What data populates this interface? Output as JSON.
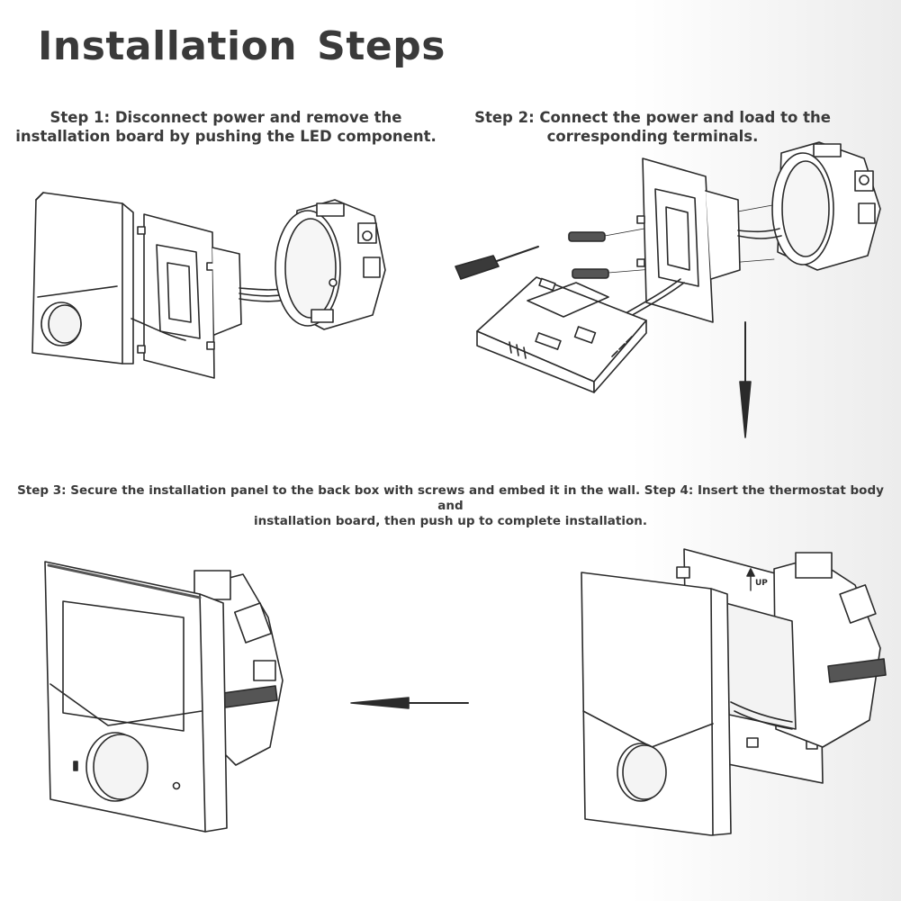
{
  "title": {
    "word1": "Installation",
    "word2": "Steps"
  },
  "steps": {
    "step1_line1": "Step 1: Disconnect power and remove the",
    "step1_line2": "installation board by pushing the LED component.",
    "step2_line1": "Step 2: Connect the power and load to the",
    "step2_line2": "corresponding terminals.",
    "step34_line1": "Step 3: Secure the installation panel to the back box with screws and embed it in the wall. Step 4: Insert the thermostat body and",
    "step34_line2": "installation board, then push up to complete installation."
  },
  "labels": {
    "up": "UP"
  },
  "colors": {
    "title": "#3a3a3a",
    "line": "#2a2a2a",
    "fill": "#ffffff",
    "bg_fade": "#ececec"
  },
  "icons": [
    "thermostat-front",
    "mounting-plate",
    "back-box",
    "screwdriver-icon",
    "screw-icon",
    "arrow-down-icon",
    "arrow-left-icon",
    "arrow-up-icon"
  ]
}
